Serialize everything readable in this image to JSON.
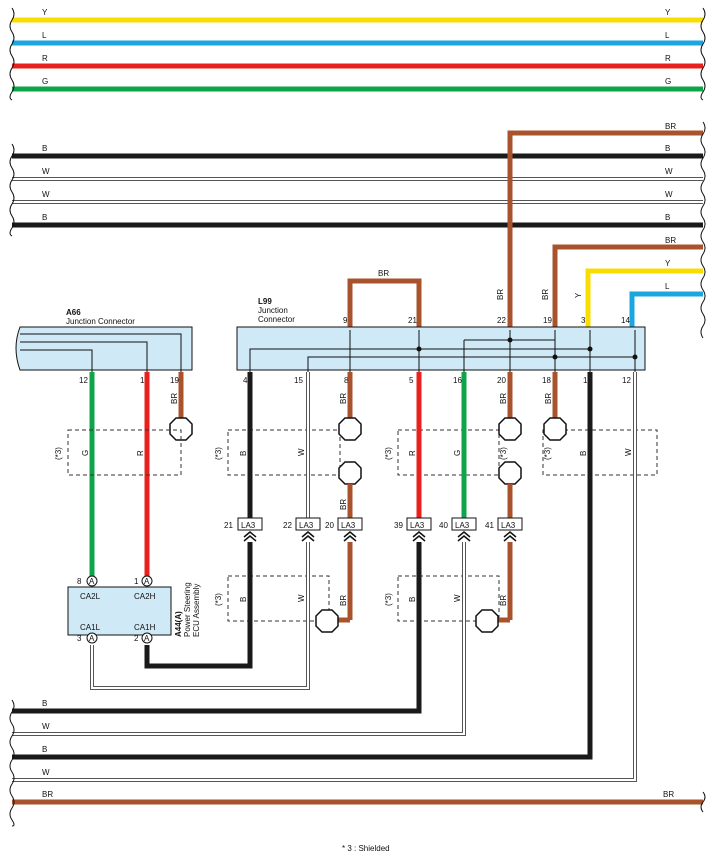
{
  "colors": {
    "Y": "#f9dc00",
    "L": "#1ba6e0",
    "R": "#e8201e",
    "G": "#0fa44a",
    "B": "#1a1a1a",
    "W": "#ffffff",
    "BR": "#a8532c",
    "connector_fill": "#cfe9f6"
  },
  "top_buses": [
    {
      "code": "Y",
      "label_left": "Y",
      "label_right": "Y"
    },
    {
      "code": "L",
      "label_left": "L",
      "label_right": "L"
    },
    {
      "code": "R",
      "label_left": "R",
      "label_right": "R"
    },
    {
      "code": "G",
      "label_left": "G",
      "label_right": "G"
    }
  ],
  "mid_buses": [
    {
      "code": "B",
      "label_left": "B",
      "label_right": "B"
    },
    {
      "code": "W",
      "label_left": "W",
      "label_right": "W"
    },
    {
      "code": "W",
      "label_left": "W",
      "label_right": "W"
    },
    {
      "code": "B",
      "label_left": "B",
      "label_right": "B"
    }
  ],
  "right_feeds": [
    {
      "code": "BR",
      "label": "BR"
    },
    {
      "code": "BR",
      "label": "BR"
    },
    {
      "code": "Y",
      "label": "Y"
    },
    {
      "code": "L",
      "label": "L"
    }
  ],
  "connectors": {
    "a66": {
      "id": "A66",
      "name": "Junction Connector"
    },
    "l99": {
      "id": "L99",
      "name_line1": "Junction",
      "name_line2": "Connector"
    },
    "a44": {
      "id": "A44(A)",
      "name_line1": "Power Steering",
      "name_line2": "ECU Assembly"
    }
  },
  "a66_pins": [
    {
      "num": "12",
      "code": "G"
    },
    {
      "num": "1",
      "code": "R"
    },
    {
      "num": "19",
      "code": "BR"
    }
  ],
  "l99_top_pins": [
    "9",
    "21",
    "22",
    "19",
    "3",
    "14"
  ],
  "l99_bottom_pins": [
    "4",
    "15",
    "8",
    "5",
    "16",
    "20",
    "18",
    "1",
    "12"
  ],
  "wire_labels": {
    "br_loop": "BR",
    "feed_22": "BR",
    "feed_19": "BR",
    "feed_3": "Y",
    "a66_19": "BR",
    "l99_8": "BR",
    "l99_20": "BR",
    "l99_18": "BR",
    "la3_20_in": "BR",
    "br_bottom_b": "BR",
    "br_bottom_c": "BR"
  },
  "shield_groups": [
    {
      "tag": "(*3)",
      "wires": [
        "G",
        "R"
      ]
    },
    {
      "tag": "(*3)",
      "wires": [
        "B",
        "W"
      ]
    },
    {
      "tag": "(*3)",
      "wires": [
        "R",
        "G"
      ]
    },
    {
      "tag": "(*3)",
      "wires": [
        "",
        ""
      ]
    },
    {
      "tag": "(*3)",
      "wires": [
        "B",
        "W"
      ]
    },
    {
      "tag": "(*3)",
      "wires": [
        "B",
        "W"
      ]
    },
    {
      "tag": "(*3)",
      "wires": [
        "B",
        "W"
      ]
    }
  ],
  "la3": [
    {
      "pin": "21",
      "label": "LA3"
    },
    {
      "pin": "22",
      "label": "LA3"
    },
    {
      "pin": "20",
      "label": "LA3"
    },
    {
      "pin": "39",
      "label": "LA3"
    },
    {
      "pin": "40",
      "label": "LA3"
    },
    {
      "pin": "41",
      "label": "LA3"
    }
  ],
  "ecu_terminals": [
    {
      "pin": "8",
      "tag": "A",
      "name": "CA2L"
    },
    {
      "pin": "1",
      "tag": "A",
      "name": "CA2H"
    },
    {
      "pin": "3",
      "tag": "A",
      "name": "CA1L"
    },
    {
      "pin": "2",
      "tag": "A",
      "name": "CA1H"
    }
  ],
  "bottom_buses": [
    {
      "code": "B",
      "label_left": "B",
      "label_right": ""
    },
    {
      "code": "W",
      "label_left": "W",
      "label_right": ""
    },
    {
      "code": "B",
      "label_left": "B",
      "label_right": ""
    },
    {
      "code": "W",
      "label_left": "W",
      "label_right": ""
    },
    {
      "code": "BR",
      "label_left": "BR",
      "label_right": "BR"
    }
  ],
  "footnote": "* 3 : Shielded"
}
